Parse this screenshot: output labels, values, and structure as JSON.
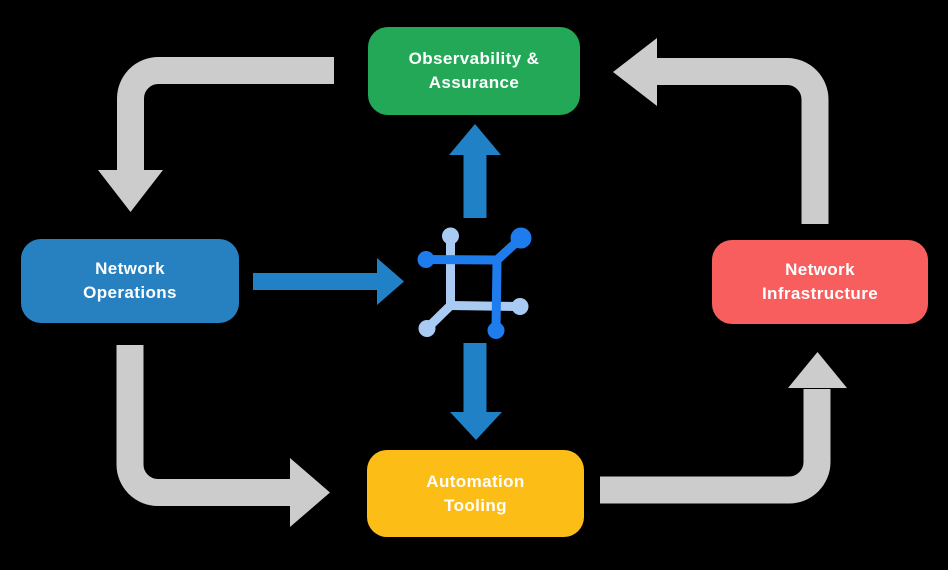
{
  "diagram_title": "",
  "colors": {
    "background": "#000000",
    "text": "#FFFFFF",
    "gray_arrow": "#CCCCCC",
    "blue_arrow": "#2181C6",
    "icon_dark": "#1E7CEC",
    "icon_light": "#A9CBF3"
  },
  "nodes": {
    "observability": {
      "line1": "Observability &",
      "line2": "Assurance",
      "color": "#23A857"
    },
    "operations": {
      "line1": "Network",
      "line2": "Operations",
      "color": "#2781C1"
    },
    "infrastructure": {
      "line1": "Network",
      "line2": "Infrastructure",
      "color": "#F85E5E"
    },
    "automation": {
      "line1": "Automation",
      "line2": "Tooling",
      "color": "#FCBD17"
    }
  },
  "center_icon": {
    "name": "network-mesh-icon"
  },
  "flows": [
    {
      "from": "observability",
      "to": "operations",
      "style": "gray-elbow",
      "corner": "top-left"
    },
    {
      "from": "operations",
      "to": "automation",
      "style": "gray-elbow",
      "corner": "bottom-left"
    },
    {
      "from": "automation",
      "to": "infrastructure",
      "style": "gray-elbow",
      "corner": "bottom-right"
    },
    {
      "from": "infrastructure",
      "to": "observability",
      "style": "gray-elbow",
      "corner": "top-right"
    },
    {
      "from": "operations",
      "to": "center-icon",
      "style": "blue-straight",
      "direction": "right"
    },
    {
      "from": "center-icon",
      "to": "observability",
      "style": "blue-straight",
      "direction": "up"
    },
    {
      "from": "center-icon",
      "to": "automation",
      "style": "blue-straight",
      "direction": "down"
    }
  ]
}
